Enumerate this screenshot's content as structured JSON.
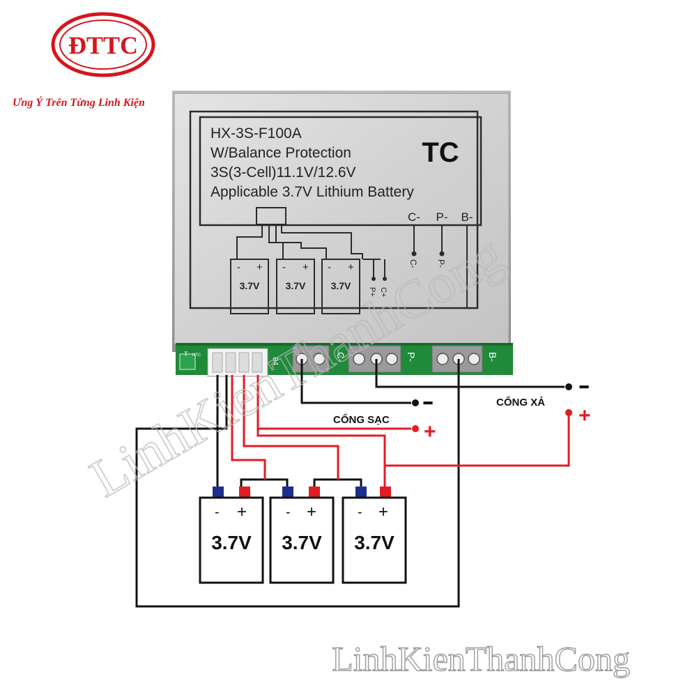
{
  "brand": {
    "logo_text": "ĐTTC",
    "slogan": "Ưng Ý Trên Từng Linh Kiện",
    "red": "#d7151c"
  },
  "watermark": {
    "diagonal": "LinhKienThanhCong",
    "bottom": "LinhKienThanhCong"
  },
  "board": {
    "line1": "HX-3S-F100A",
    "line2": "W/Balance Protection",
    "line3": "3S(3-Cell)11.1V/12.6V",
    "line4": "Applicable 3.7V Lithium Battery",
    "mark": "TC",
    "port_labels": [
      "C-",
      "P-",
      "B-"
    ],
    "rot_c": "C-",
    "rot_p": "P-",
    "rot_pplus": "P+",
    "rot_cplus": "C+",
    "cell_voltage": "3.7V",
    "minus": "-",
    "plus": "+",
    "silk_c": "C-",
    "silk_p": "P-",
    "silk_b": "B-",
    "silk_b4": "B4",
    "silk_t": "T",
    "silk_ntc": "NTC"
  },
  "ports": {
    "charge_label": "CỔNG SẠC",
    "discharge_label": "CỔNG XẢ",
    "minus_sign": "━",
    "plus_sign": "+"
  },
  "batteries": [
    {
      "voltage": "3.7V",
      "minus": "-",
      "plus": "+"
    },
    {
      "voltage": "3.7V",
      "minus": "-",
      "plus": "+"
    },
    {
      "voltage": "3.7V",
      "minus": "-",
      "plus": "+"
    }
  ],
  "colors": {
    "wire_red": "#e31b23",
    "wire_black": "#111111",
    "terminal_blue": "#1c2f8f",
    "pcb_green": "#1f8a3a",
    "label_grey": "#cfcfcf"
  }
}
